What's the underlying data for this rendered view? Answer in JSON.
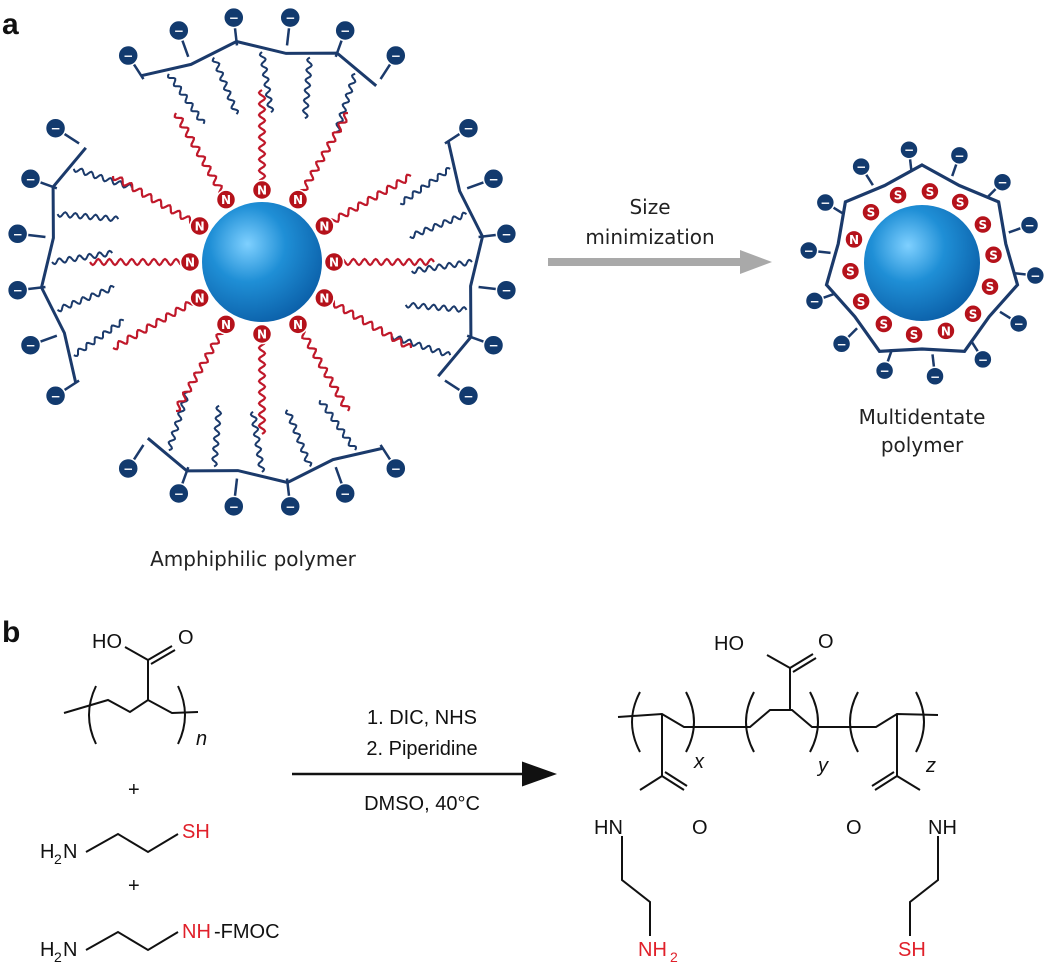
{
  "panel_a": {
    "letter": "a",
    "left_label": "Amphiphilic polymer",
    "arrow_label_line1": "Size",
    "arrow_label_line2": "minimization",
    "right_label_line1": "Multidentate",
    "right_label_line2": "polymer",
    "anchor_letter_left": "N",
    "anchor_letter_right_n": "N",
    "anchor_letter_right_s": "S",
    "charge_symbol": "−",
    "colors": {
      "core": "#1f8fd6",
      "hydrophobic_tail": "#c0182a",
      "backbone": "#1b3a6b",
      "charged_bead": "#123a6e",
      "anchor_bead": "#b5121b",
      "arrow": "#a9a9a9"
    }
  },
  "panel_b": {
    "letter": "b",
    "reactant1": {
      "HO": "HO",
      "O": "O",
      "n": "n"
    },
    "plus1": "+",
    "reactant2": {
      "H2N": "H",
      "H2N_sub": "2",
      "N": "N",
      "SH": "SH"
    },
    "plus2": "+",
    "reactant3": {
      "H": "H",
      "sub": "2",
      "N": "N",
      "NH": "NH",
      "FMOC": "-FMOC"
    },
    "conditions": {
      "step1": "1. DIC, NHS",
      "step2": "2. Piperidine",
      "solvent": "DMSO, 40°C"
    },
    "product": {
      "HO": "HO",
      "O_top": "O",
      "x": "x",
      "y": "y",
      "z": "z",
      "HN": "HN",
      "O_left": "O",
      "O_right": "O",
      "NH": "NH",
      "NH2_N": "NH",
      "NH2_sub": "2",
      "SH": "SH"
    }
  }
}
